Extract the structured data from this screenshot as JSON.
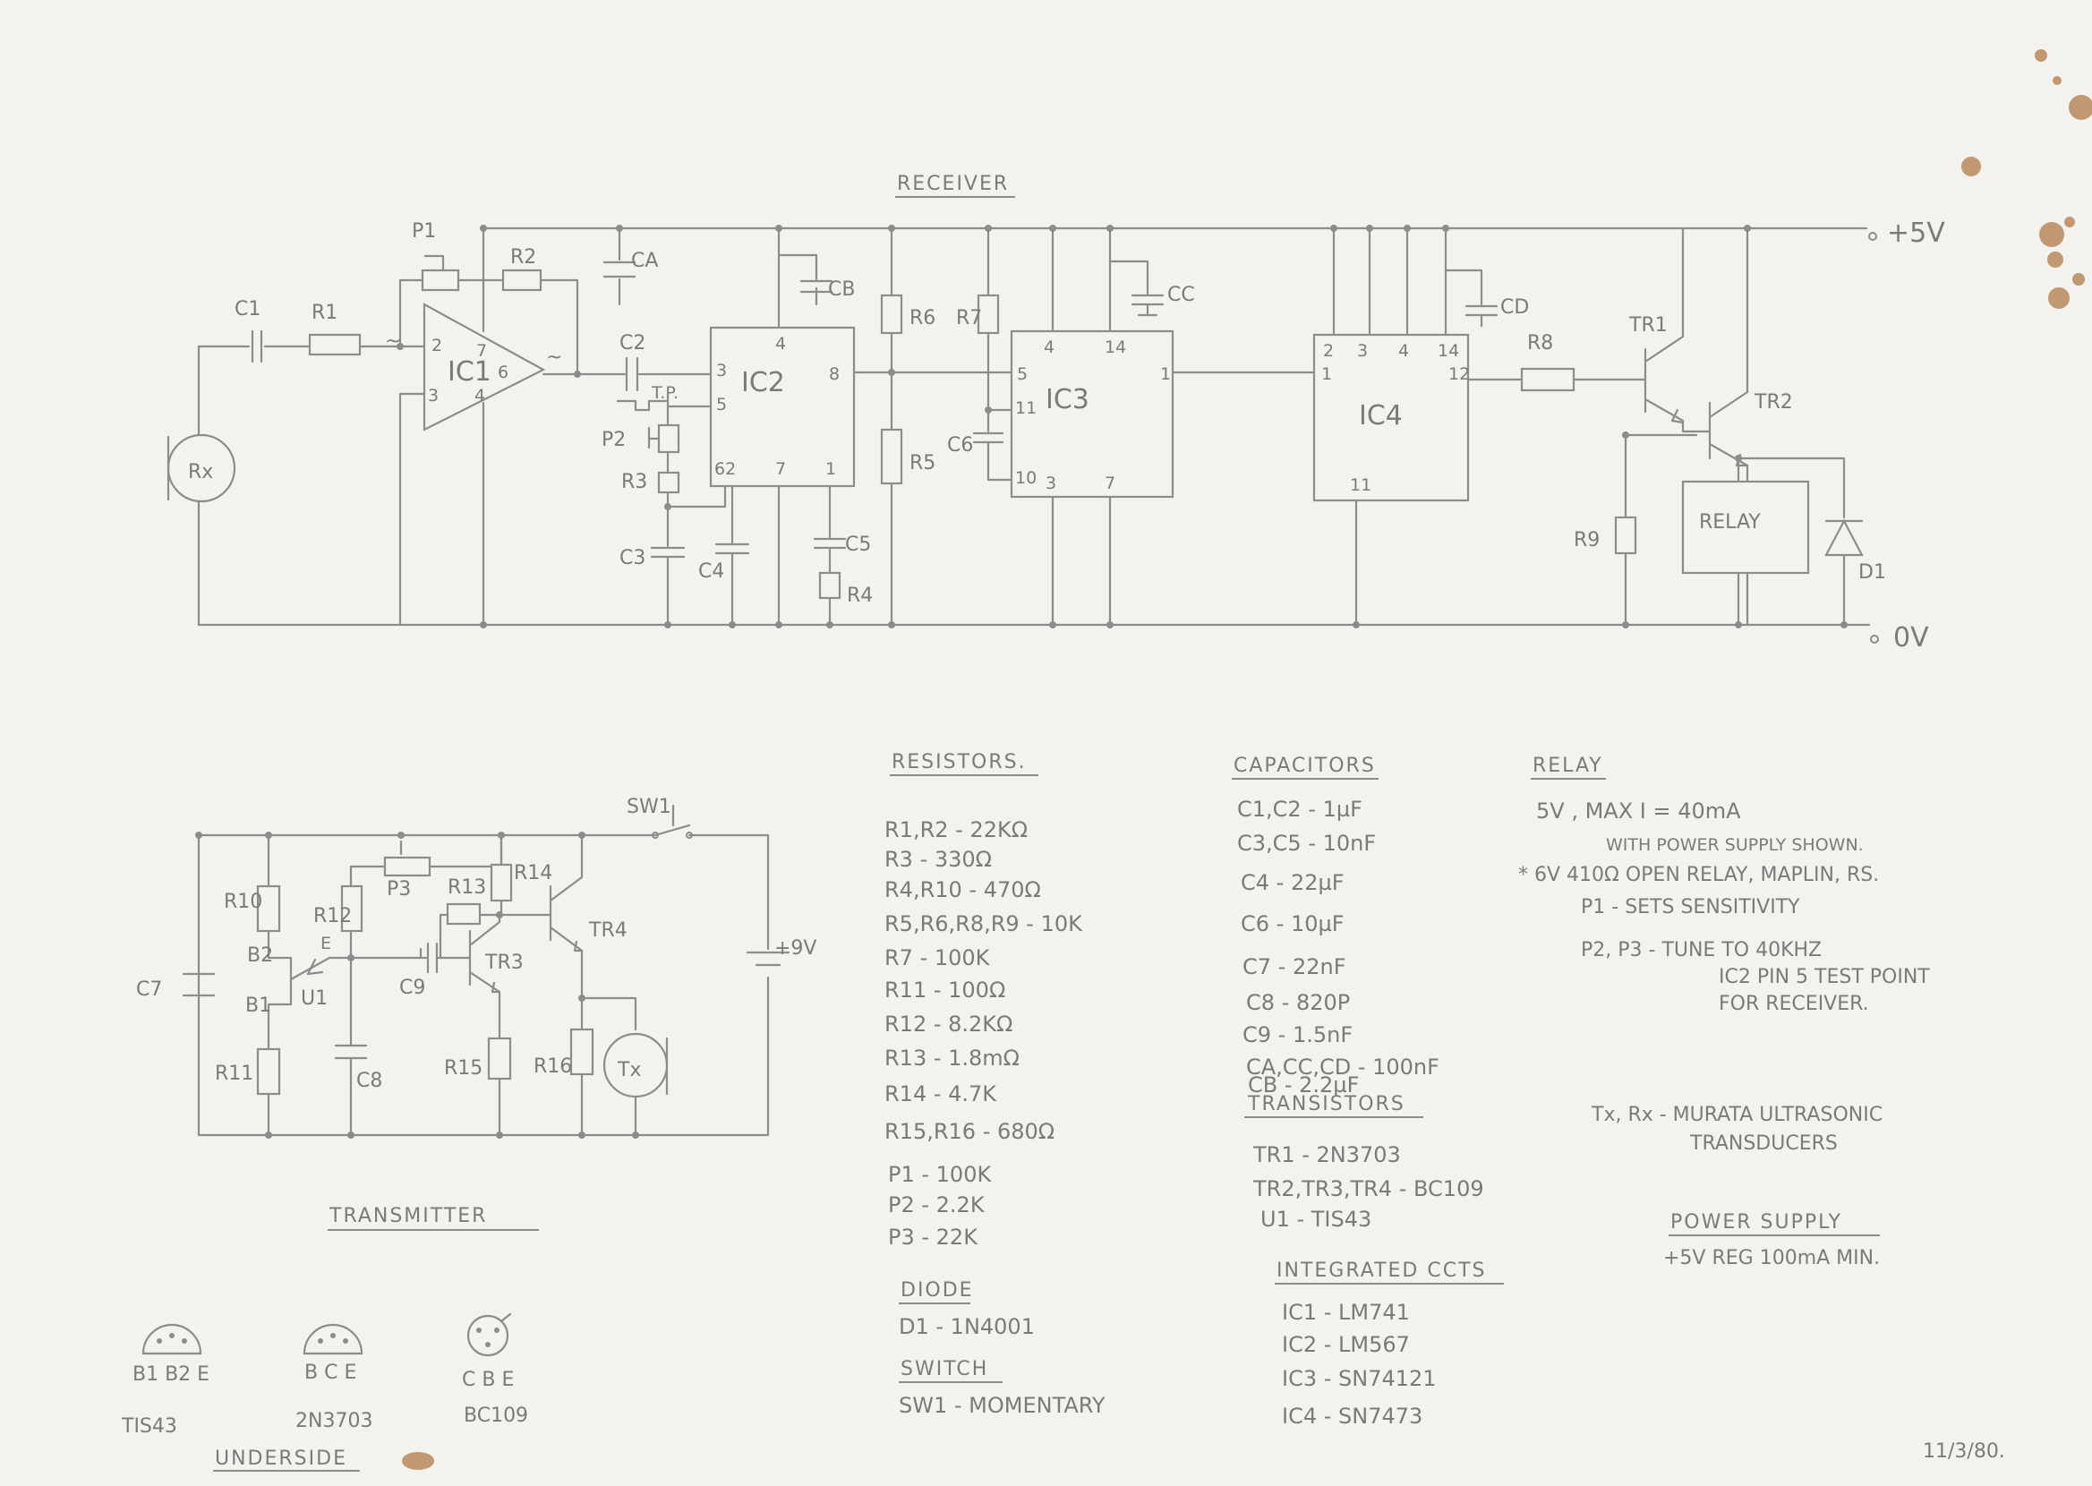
{
  "colors": {
    "paper": "#f3f2ee",
    "pencil": "#8c8c8c",
    "stain": "#b07a46"
  },
  "receiver": {
    "title": "RECEIVER",
    "rail_pos": "+5V",
    "rail_neg": "0V",
    "labels": {
      "c1": "C1",
      "r1": "R1",
      "p1": "P1",
      "r2": "R2",
      "ca": "CA",
      "c2": "C2",
      "cb": "CB",
      "r6": "R6",
      "r7": "R7",
      "cc": "CC",
      "cd": "CD",
      "r5": "R5",
      "c6": "C6",
      "p2": "P2",
      "r3": "R3",
      "c3": "C3",
      "c4": "C4",
      "c5": "C5",
      "r4": "R4",
      "r8": "R8",
      "r9": "R9",
      "tr1": "TR1",
      "tr2": "TR2",
      "d1": "D1",
      "relay": "RELAY",
      "rx": "Rx",
      "tp": "T.P.",
      "ic1": "IC1",
      "ic2": "IC2",
      "ic3": "IC3",
      "ic4": "IC4"
    },
    "pins": {
      "ic1_2": "2",
      "ic1_7": "7",
      "ic1_6": "6",
      "ic1_3": "3",
      "ic1_4": "4",
      "ic2_4": "4",
      "ic2_3": "3",
      "ic2_8": "8",
      "ic2_5": "5",
      "ic2_62": "62",
      "ic2_7": "7",
      "ic2_1": "1",
      "ic3_4": "4",
      "ic3_14": "14",
      "ic3_5": "5",
      "ic3_11": "11",
      "ic3_1": "1",
      "ic3_10": "10",
      "ic3_3": "3",
      "ic3_7": "7",
      "ic4_2": "2",
      "ic4_3": "3",
      "ic4_4": "4",
      "ic4_14": "14",
      "ic4_1": "1",
      "ic4_12": "12",
      "ic4_11": "11"
    }
  },
  "transmitter": {
    "title": "TRANSMITTER",
    "labels": {
      "sw1": "SW1",
      "r10": "R10",
      "r12": "R12",
      "p3": "P3",
      "r13": "R13",
      "r14": "R14",
      "tr4": "TR4",
      "b2": "B2",
      "e": "E",
      "b1": "B1",
      "u1": "U1",
      "c7": "C7",
      "c9": "C9",
      "tr3": "TR3",
      "supply": "+9V",
      "r11": "R11",
      "c8": "C8",
      "r15": "R15",
      "r16": "R16",
      "tx": "Tx"
    }
  },
  "pinouts": {
    "underside": "UNDERSIDE",
    "items": [
      {
        "pins": "B1 B2 E",
        "part": "TIS43"
      },
      {
        "pins": "B C E",
        "part": "2N3703"
      },
      {
        "pins": "C B E",
        "part": "BC109"
      }
    ]
  },
  "resistors": {
    "title": "RESISTORS.",
    "items": [
      "R1,R2 - 22KΩ",
      "R3 - 330Ω",
      "R4,R10 - 470Ω",
      "R5,R6,R8,R9 - 10K",
      "R7 - 100K",
      "R11 - 100Ω",
      "R12 - 8.2KΩ",
      "R13 - 1.8mΩ",
      "R14 - 4.7K",
      "R15,R16 - 680Ω",
      "P1 - 100K",
      "P2 - 2.2K",
      "P3 - 22K"
    ]
  },
  "diode": {
    "title": "DIODE",
    "item": "D1 - 1N4001"
  },
  "switch": {
    "title": "SWITCH",
    "item": "SW1 - MOMENTARY"
  },
  "capacitors": {
    "title": "CAPACITORS",
    "items": [
      "C1,C2 - 1µF",
      "C3,C5 - 10nF",
      "C4 - 22µF",
      "C6 - 10µF",
      "C7 - 22nF",
      "C8 - 820P",
      "C9 - 1.5nF",
      "CA,CC,CD - 100nF",
      "CB - 2.2µF"
    ]
  },
  "transistors": {
    "title": "TRANSISTORS",
    "items": [
      "TR1 - 2N3703",
      "TR2,TR3,TR4 - BC109",
      "U1 - TIS43"
    ]
  },
  "ics": {
    "title": "INTEGRATED CCTS",
    "items": [
      "IC1 - LM741",
      "IC2 - LM567",
      "IC3 - SN74121",
      "IC4 - SN7473"
    ]
  },
  "relay": {
    "title": "RELAY",
    "lines": [
      "5V , MAX I = 40mA",
      "WITH POWER SUPPLY SHOWN.",
      "* 6V 410Ω OPEN RELAY, MAPLIN, RS.",
      "P1 - SETS SENSITIVITY",
      "P2, P3 - TUNE TO 40KHZ",
      "IC2 PIN 5 TEST POINT",
      "FOR RECEIVER."
    ]
  },
  "transducers": {
    "line1": "Tx, Rx - MURATA ULTRASONIC",
    "line2": "TRANSDUCERS"
  },
  "power_supply": {
    "title": "POWER SUPPLY",
    "item": "+5V REG 100mA MIN."
  },
  "date": "11/3/80."
}
